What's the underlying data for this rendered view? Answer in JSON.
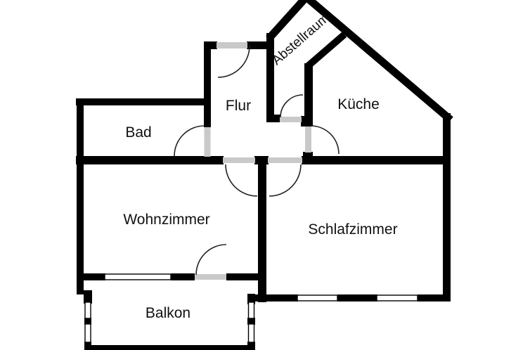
{
  "floor_plan": {
    "rooms": [
      {
        "id": "abstellraum",
        "name": "Abstellraum"
      },
      {
        "id": "flur",
        "name": "Flur"
      },
      {
        "id": "kueche",
        "name": "Küche"
      },
      {
        "id": "bad",
        "name": "Bad"
      },
      {
        "id": "wohnzimmer",
        "name": "Wohnzimmer"
      },
      {
        "id": "schlafzimmer",
        "name": "Schlafzimmer"
      },
      {
        "id": "balkon",
        "name": "Balkon"
      }
    ],
    "colors": {
      "wall": "#000000",
      "door": "#c9c9c9",
      "window": "#ffffff",
      "background": "#ffffff",
      "swing_arc": "#222222",
      "label_text": "#111111"
    }
  }
}
